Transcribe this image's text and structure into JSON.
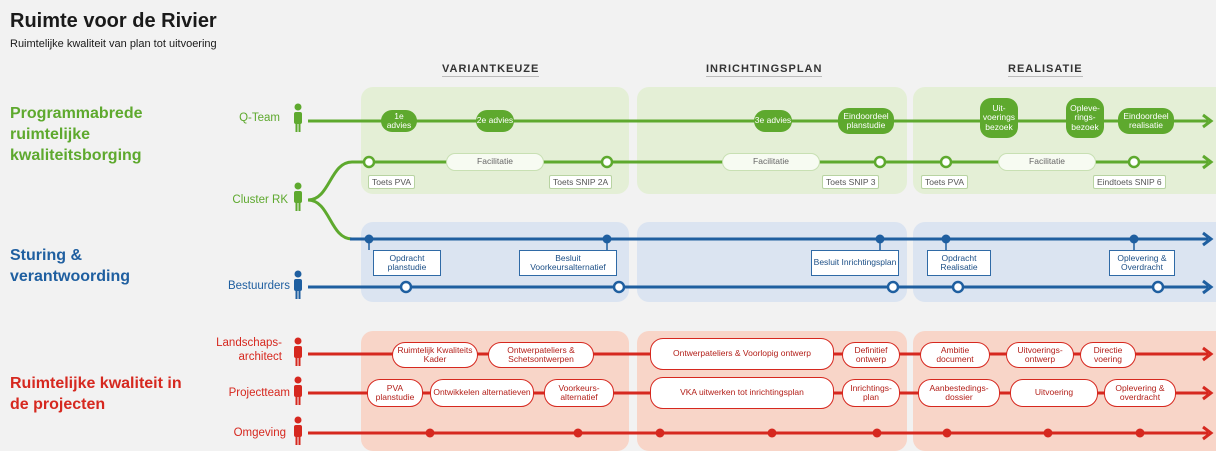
{
  "title": "Ruimte voor de Rivier",
  "subtitle": "Ruimtelijke kwaliteit van plan tot uitvoering",
  "phases": [
    "VARIANTKEUZE",
    "INRICHTINGSPLAN",
    "REALISATIE"
  ],
  "categories": {
    "green": "Programmabrede ruimtelijke kwaliteitsborging",
    "blue": "Sturing & verantwoording",
    "red": "Ruimtelijke kwaliteit in de projecten"
  },
  "roles": {
    "qteam": "Q-Team",
    "cluster": "Cluster RK",
    "bestuurders": "Bestuurders",
    "landschap_1": "Landschaps-",
    "landschap_2": "architect",
    "projectteam": "Projectteam",
    "omgeving": "Omgeving"
  },
  "qteam_items": [
    "1e advies",
    "2e advies",
    "3e advies",
    "Eindoordeel planstudie",
    "Uit-voerings bezoek",
    "Opleve-rings-bezoek",
    "Eindoordeel realisatie"
  ],
  "facilitatie": "Facilitatie",
  "cluster_tags": [
    "Toets PVA",
    "Toets SNIP 2A",
    "Toets SNIP 3",
    "Toets PVA",
    "Eindtoets SNIP 6"
  ],
  "blue_items": [
    "Opdracht planstudie",
    "Besluit Voorkeursalternatief",
    "Besluit Inrichtingsplan",
    "Opdracht Realisatie",
    "Oplevering & Overdracht"
  ],
  "landschap_items": [
    "Ruimtelijk Kwaliteits Kader",
    "Ontwerpateliers & Schetsontwerpen",
    "Ontwerpateliers & Voorlopig ontwerp",
    "Definitief ontwerp",
    "Ambitie document",
    "Uitvoerings-ontwerp",
    "Directie voering"
  ],
  "project_items": [
    "PVA planstudie",
    "Ontwikkelen alternatieven",
    "Voorkeurs-alternatief",
    "VKA uitwerken tot inrichtingsplan",
    "Inrichtings-plan",
    "Aanbestedings-dossier",
    "Uitvoering",
    "Oplevering & overdracht"
  ],
  "colors": {
    "green": "#5ea92e",
    "blue": "#1f5fa0",
    "red": "#d6281f"
  }
}
